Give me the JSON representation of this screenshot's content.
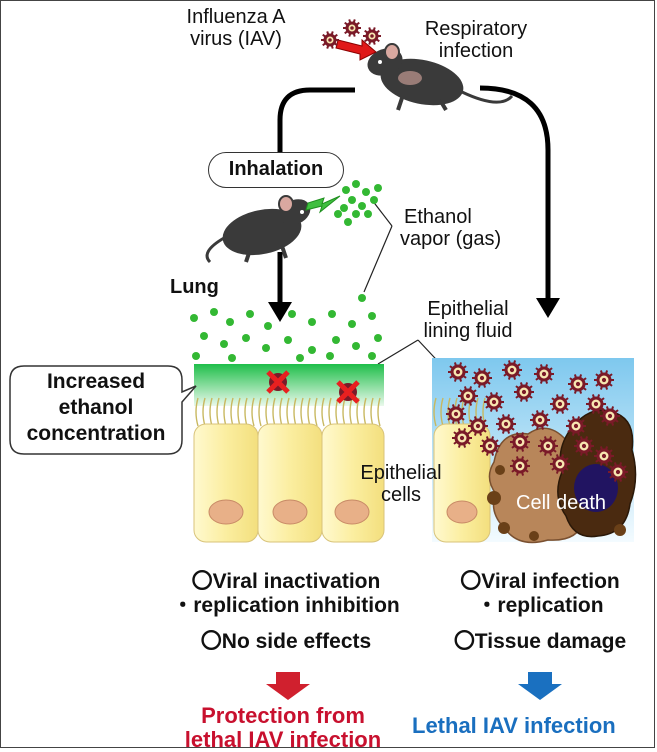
{
  "labels": {
    "virus": [
      "Influenza A",
      "virus (IAV)"
    ],
    "respiratory": [
      "Respiratory",
      "infection"
    ],
    "inhalation": "Inhalation",
    "ethanol_vapor": [
      "Ethanol",
      "vapor (gas)"
    ],
    "lung": "Lung",
    "lining_fluid": [
      "Epithelial",
      "lining fluid"
    ],
    "increased_ethanol": [
      "Increased",
      "ethanol",
      "concentration"
    ],
    "epithelial_cells": [
      "Epithelial",
      "cells"
    ],
    "cell_death": "Cell death"
  },
  "outcomes": {
    "left": [
      "〇Viral inactivation",
      "・replication inhibition",
      "〇No side effects"
    ],
    "right": [
      "〇Viral infection",
      "・replication",
      "〇Tissue damage"
    ]
  },
  "verdicts": {
    "left": [
      "Protection from",
      "lethal IAV infection"
    ],
    "right": "Lethal IAV infection"
  },
  "colors": {
    "protection_text": "#c8102e",
    "lethal_text": "#1a6fbf",
    "ethanol_dot": "#33b833",
    "virus_body": "#7a1a28",
    "fluid_left": "#2ecc5a",
    "fluid_right": "#8fd0f0",
    "cell_fill": "#fbf0a8"
  }
}
